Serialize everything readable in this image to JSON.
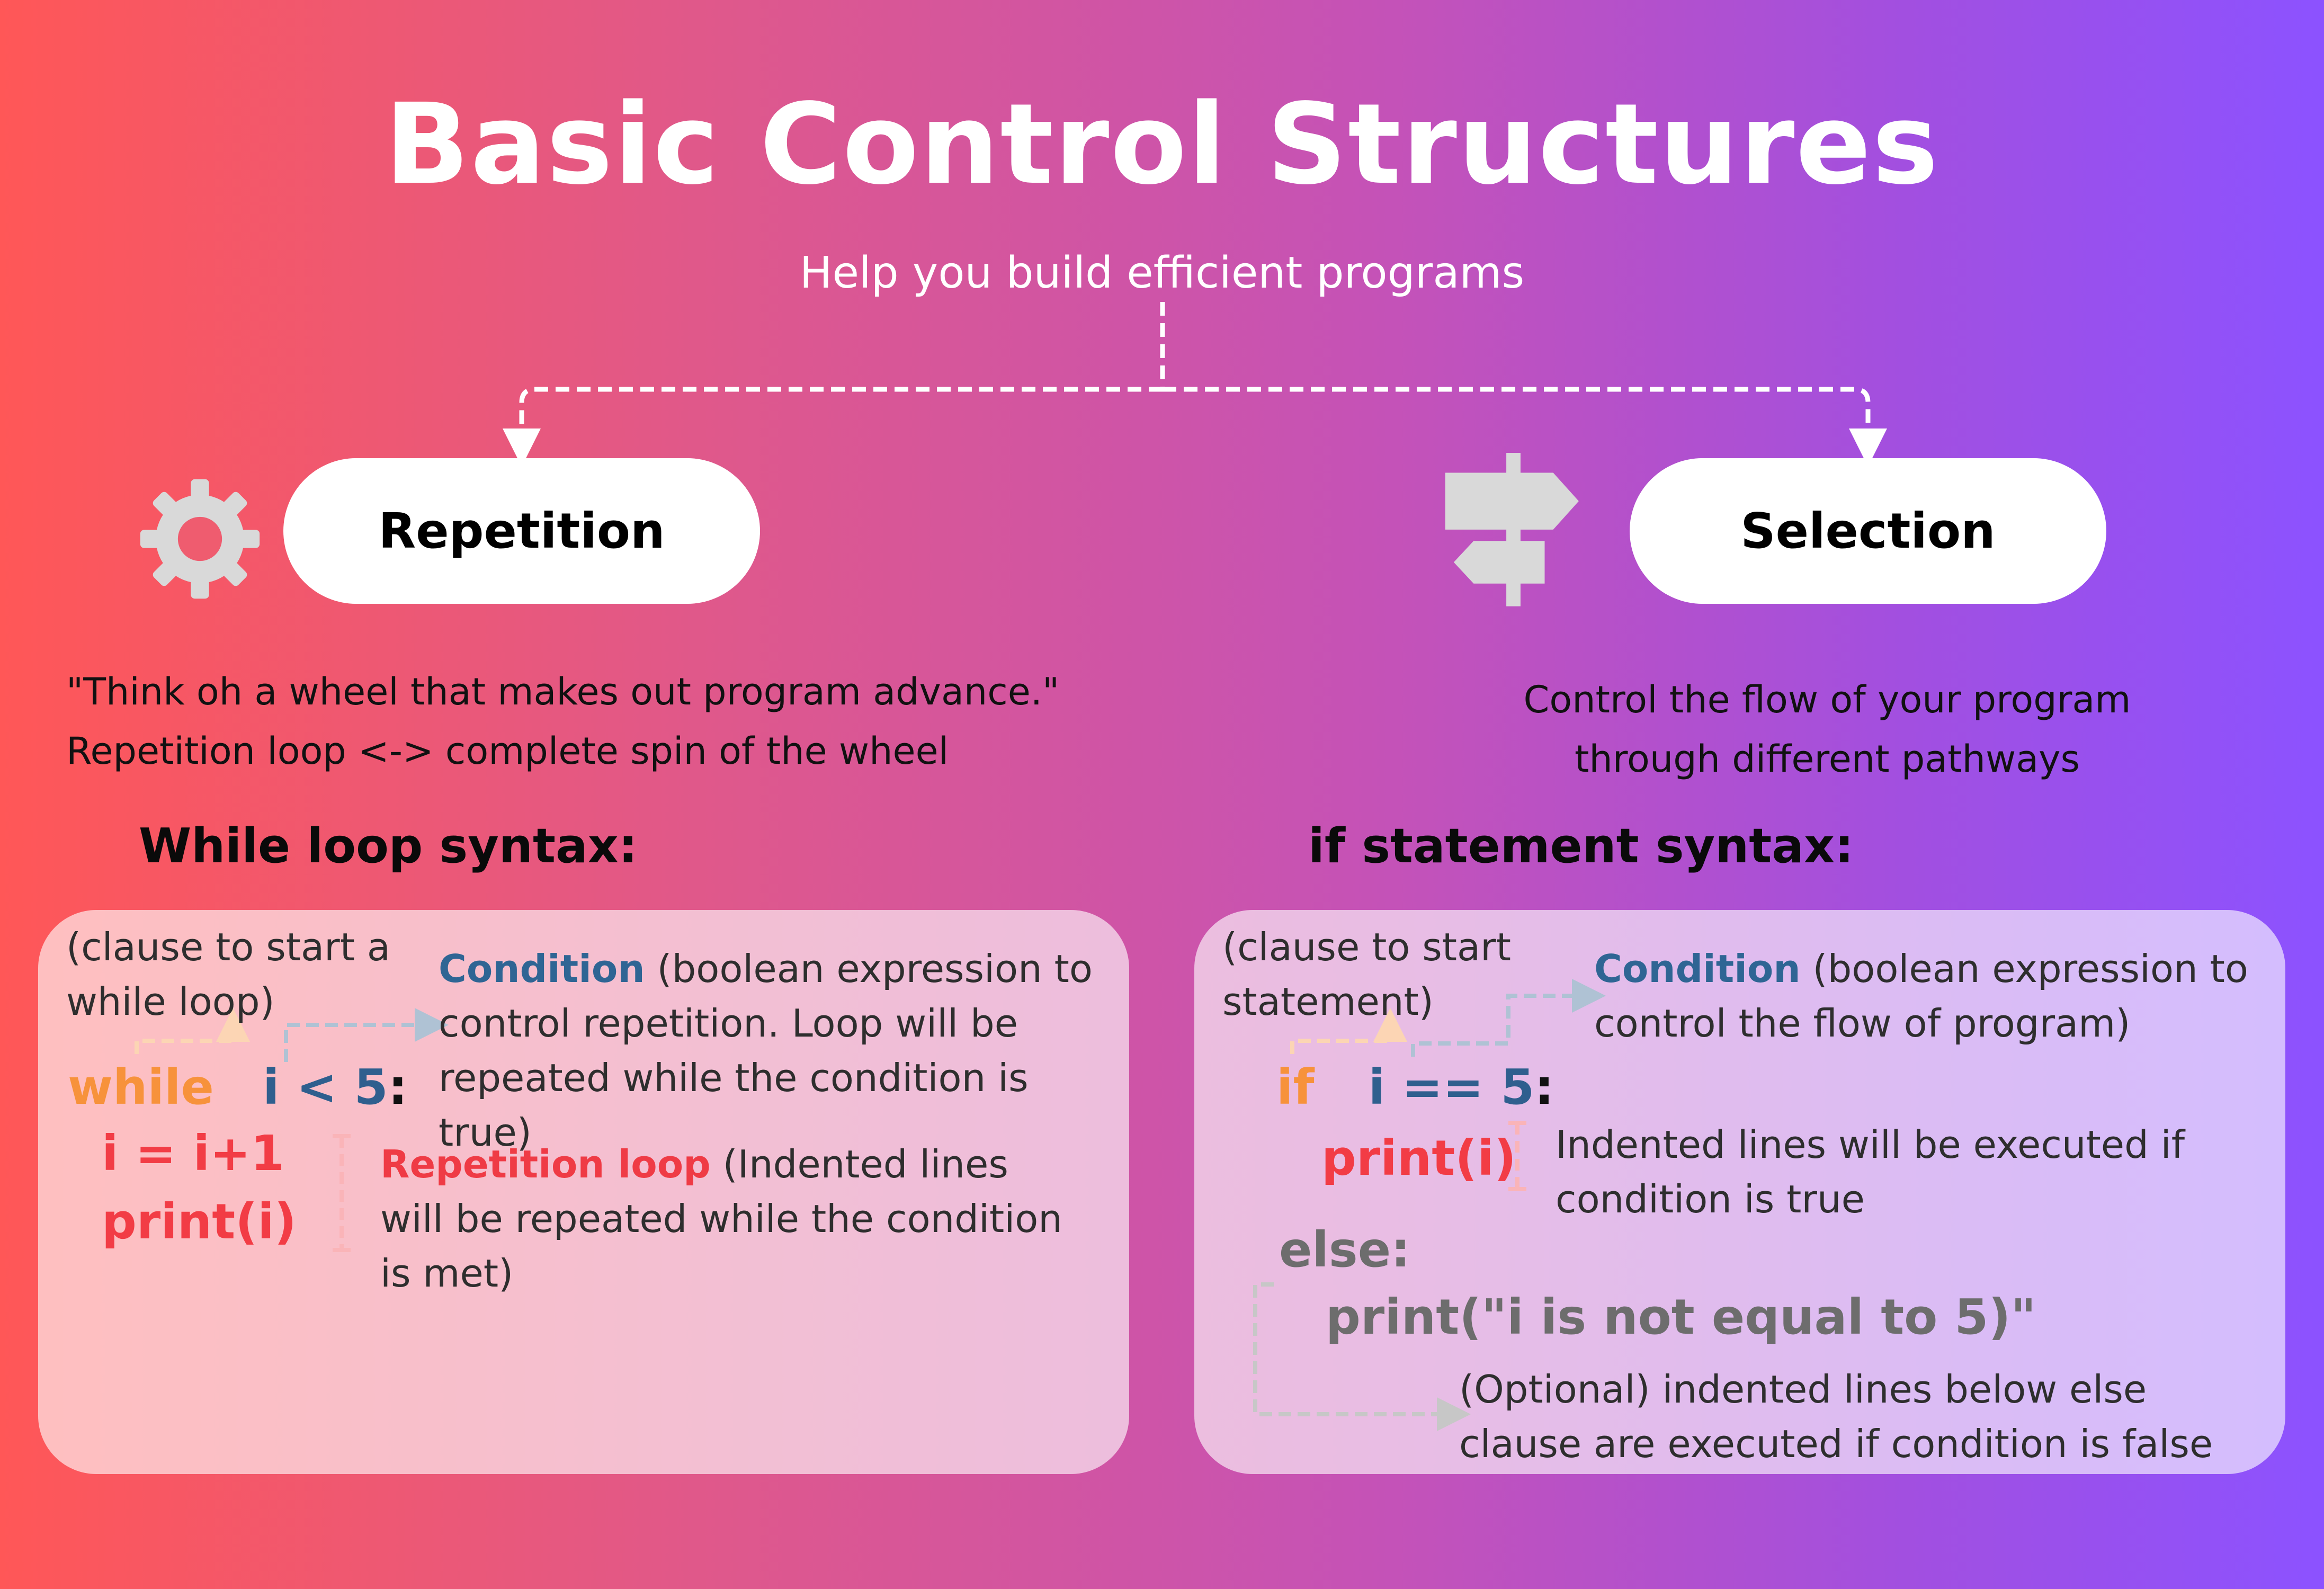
{
  "title": "Basic Control Structures",
  "subtitle": "Help you build efficient programs",
  "repetition": {
    "label": "Repetition",
    "icon": "gear-icon",
    "desc_line1": "\"Think oh a wheel that makes out program advance.\"",
    "desc_line2": "Repetition loop <-> complete spin of the wheel",
    "section_title": "While loop syntax:",
    "clause_note": "(clause to start a while loop)",
    "condition_label": "Condition",
    "condition_text": " (boolean expression to control repetition. Loop will be repeated while the condition is true)",
    "code_keyword": "while",
    "code_condition": "i < 5",
    "code_colon": ":",
    "code_line2": "i = i+1",
    "code_line3": "print(i)",
    "loop_label": "Repetition loop",
    "loop_text": " (Indented lines will be repeated while the condition is met)"
  },
  "selection": {
    "label": "Selection",
    "icon": "signpost-icon",
    "desc_line1": "Control the flow of your program",
    "desc_line2": "through different pathways",
    "section_title": "if statement syntax:",
    "clause_note": "(clause to start statement)",
    "condition_label": "Condition",
    "condition_text": " (boolean expression to control the flow of program)",
    "code_keyword": "if",
    "code_condition": "i == 5",
    "code_colon": ":",
    "code_print": "print(i)",
    "true_note": "Indented lines will be executed if condition is true",
    "else_keyword": "else:",
    "else_print": "print(\"i is not equal to 5)\"",
    "else_note": "(Optional) indented lines below else clause are executed if condition is false"
  },
  "colors": {
    "gradient_start": "#ff5757",
    "gradient_end": "#8c52ff",
    "keyword": "#f7923b",
    "condition": "#2f5f8e",
    "loop_red": "#f23c45",
    "else_grey": "#6d6d6d",
    "icon_grey": "#d9d9d9"
  }
}
